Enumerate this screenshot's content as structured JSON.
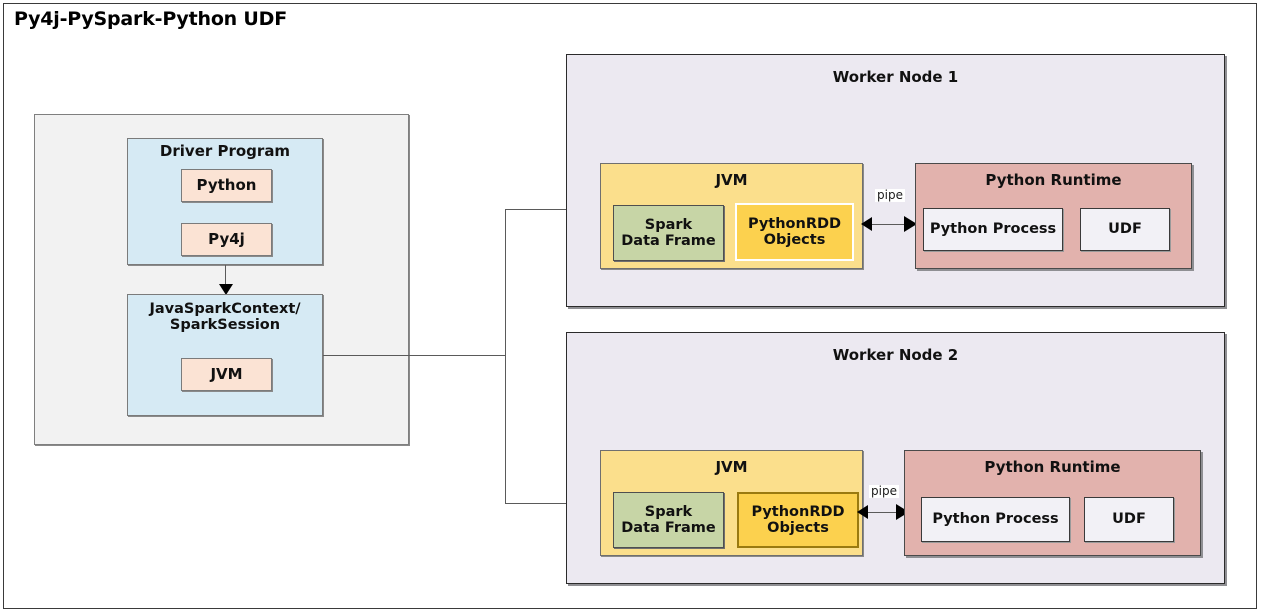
{
  "title": "Py4j-PySpark-Python UDF",
  "driver": {
    "program_label": "Driver Program",
    "python_label": "Python",
    "py4j_label": "Py4j",
    "context_label": "JavaSparkContext/\nSparkSession",
    "context_line1": "JavaSparkContext/",
    "context_line2": "SparkSession",
    "jvm_label": "JVM"
  },
  "workers": [
    {
      "title": "Worker Node 1",
      "jvm_label": "JVM",
      "spark_dataframe_label": "Spark\nData Frame",
      "spark_dataframe_line1": "Spark",
      "spark_dataframe_line2": "Data Frame",
      "pythonrdd_label": "PythonRDD\nObjects",
      "pythonrdd_line1": "PythonRDD",
      "pythonrdd_line2": "Objects",
      "pipe_label": "pipe",
      "python_runtime_label": "Python Runtime",
      "python_process_label": "Python Process",
      "udf_label": "UDF"
    },
    {
      "title": "Worker Node 2",
      "jvm_label": "JVM",
      "spark_dataframe_label": "Spark\nData Frame",
      "spark_dataframe_line1": "Spark",
      "spark_dataframe_line2": "Data Frame",
      "pythonrdd_label": "PythonRDD\nObjects",
      "pythonrdd_line1": "PythonRDD",
      "pythonrdd_line2": "Objects",
      "pipe_label": "pipe",
      "python_runtime_label": "Python Runtime",
      "python_process_label": "Python Process",
      "udf_label": "UDF"
    }
  ],
  "colors": {
    "driver_container_fill": "#f2f2f2",
    "driver_blue_fill": "#d6eaf4",
    "driver_peach_fill": "#fbe3d4",
    "worker_fill": "#ece9f1",
    "jvm_fill": "#fbdf8c",
    "spark_dataframe_fill": "#c7d5a6",
    "pythonrdd_fill": "#fcd14e",
    "python_runtime_fill": "#e2b2ad",
    "inner_white_fill": "#f2f1f6"
  }
}
